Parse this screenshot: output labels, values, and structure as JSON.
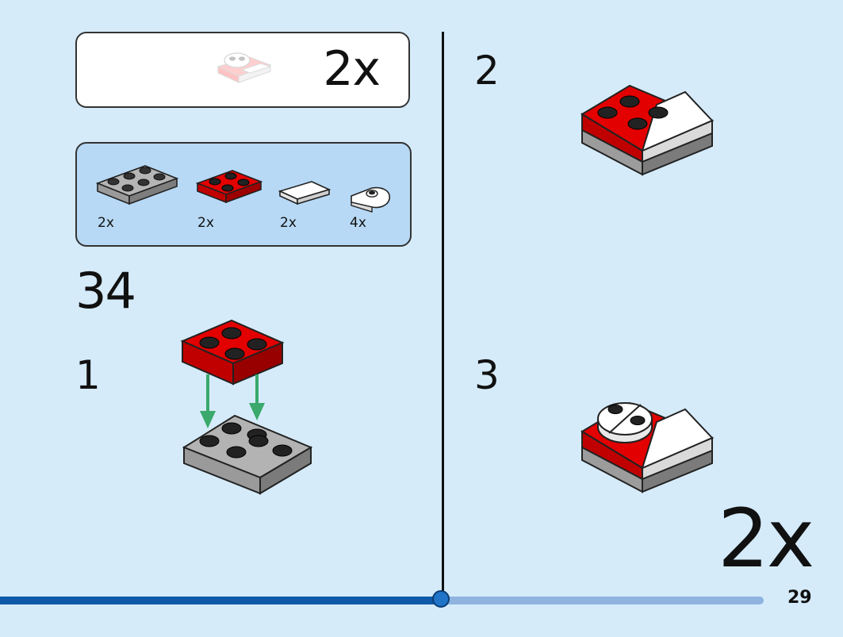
{
  "page": {
    "background_color": "#d5ebfa",
    "page_number": "29"
  },
  "submodel": {
    "multiplier": "2x",
    "preview_icon": "red-white-plate-assembly-icon"
  },
  "parts_list": {
    "items": [
      {
        "icon": "gray-plate-2x3-icon",
        "count": "2x",
        "color": "#a7a7a7"
      },
      {
        "icon": "red-plate-2x2-icon",
        "count": "2x",
        "color": "#d30000"
      },
      {
        "icon": "white-tile-1x2-icon",
        "count": "2x",
        "color": "#ffffff"
      },
      {
        "icon": "white-round-plate-half-icon",
        "count": "4x",
        "color": "#ffffff"
      }
    ]
  },
  "build": {
    "step_main": "34",
    "substeps": [
      "1",
      "2",
      "3"
    ],
    "final_multiplier": "2x",
    "arrow_color": "#3aa96b"
  },
  "progress": {
    "fraction": 0.58,
    "done_color": "#0e5aa8",
    "rest_color": "#8eb3df"
  }
}
